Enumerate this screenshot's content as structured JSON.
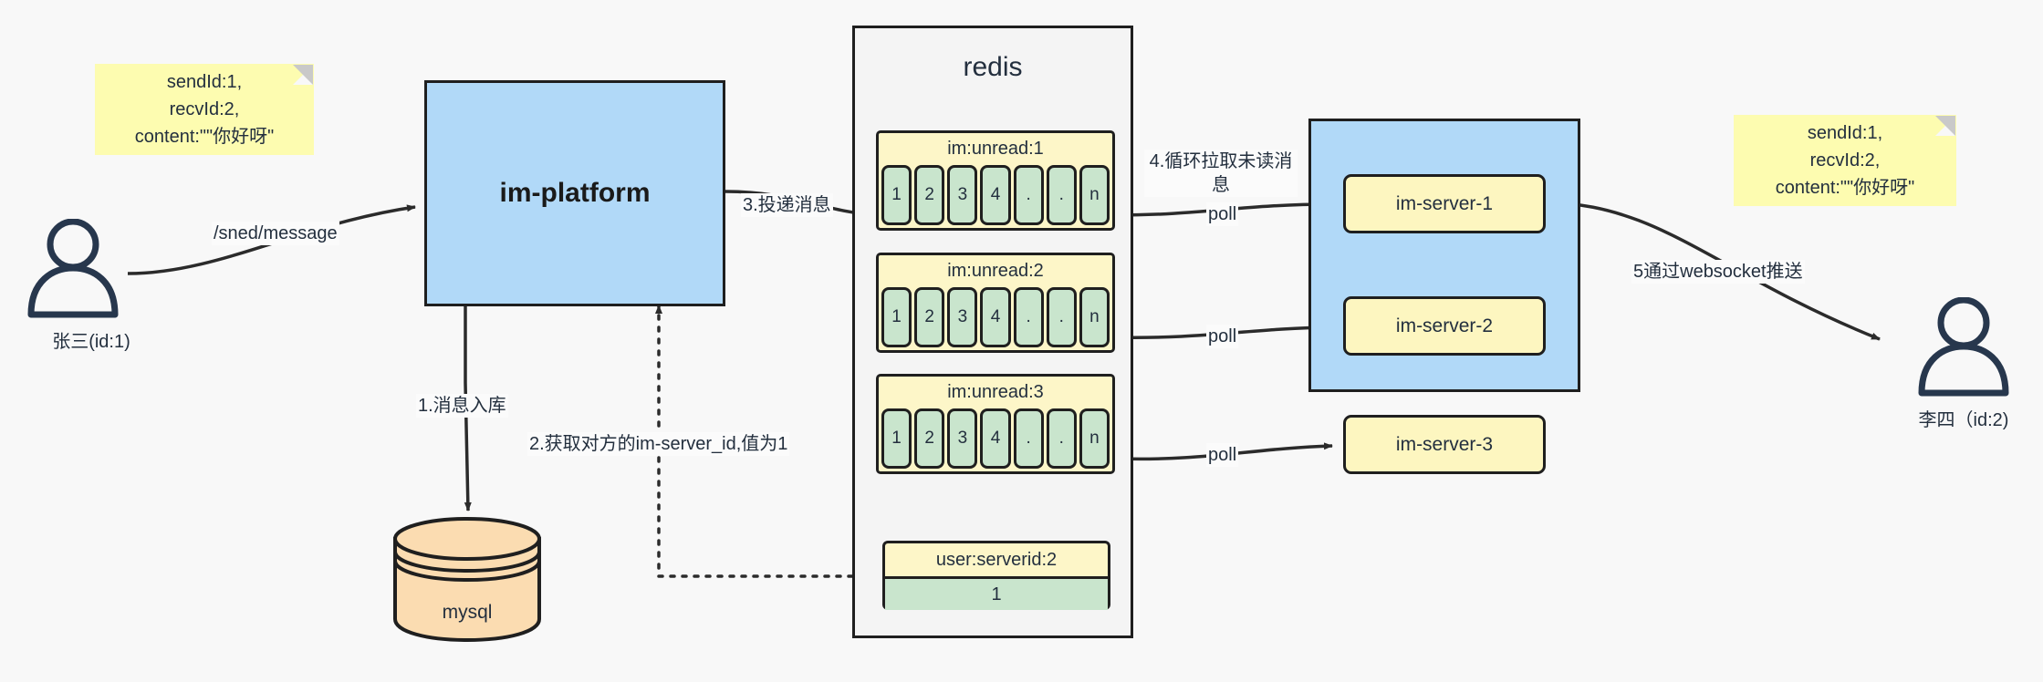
{
  "diagram": {
    "title": "IM message delivery architecture",
    "colors": {
      "blue_fill": "#b1d9f8",
      "note_fill": "#fdfcb0",
      "key_fill": "#fdf6c8",
      "cell_fill": "#c9e5cd",
      "db_fill": "#fbdcb1",
      "stroke": "#1f1f1f",
      "background": "#f8f8f8"
    }
  },
  "notes": {
    "left": {
      "line1": "sendId:1,",
      "line2": "recvId:2,",
      "line3": "content:\"\"你好呀\""
    },
    "right": {
      "line1": "sendId:1,",
      "line2": "recvId:2,",
      "line3": "content:\"\"你好呀\""
    }
  },
  "actors": {
    "sender": {
      "label": "张三(id:1)",
      "icon": "person-icon"
    },
    "receiver": {
      "label": "李四（id:2)",
      "icon": "person-icon"
    }
  },
  "nodes": {
    "platform": {
      "label": "im-platform"
    },
    "database": {
      "label": "mysql",
      "icon": "database-cylinder-icon"
    },
    "redis": {
      "label": "redis"
    },
    "server_group": {
      "label": ""
    }
  },
  "redis_keys": [
    {
      "key": "im:unread:1",
      "cells": [
        "1",
        "2",
        "3",
        "4",
        ".",
        ".",
        "n"
      ]
    },
    {
      "key": "im:unread:2",
      "cells": [
        "1",
        "2",
        "3",
        "4",
        ".",
        ".",
        "n"
      ]
    },
    {
      "key": "im:unread:3",
      "cells": [
        "1",
        "2",
        "3",
        "4",
        ".",
        ".",
        "n"
      ]
    }
  ],
  "redis_kv": {
    "key": "user:serverid:2",
    "value": "1"
  },
  "servers": [
    {
      "label": "im-server-1"
    },
    {
      "label": "im-server-2"
    },
    {
      "label": "im-server-3"
    }
  ],
  "edges": {
    "send_message": "/sned/message",
    "step1": "1.消息入库",
    "step2": "2.获取对方的im-server_id,值为1",
    "step3": "3.投递消息",
    "step4": "4.循环拉取未读消息",
    "step5": "5通过websocket推送",
    "poll1": "poll",
    "poll2": "poll",
    "poll3": "poll"
  }
}
